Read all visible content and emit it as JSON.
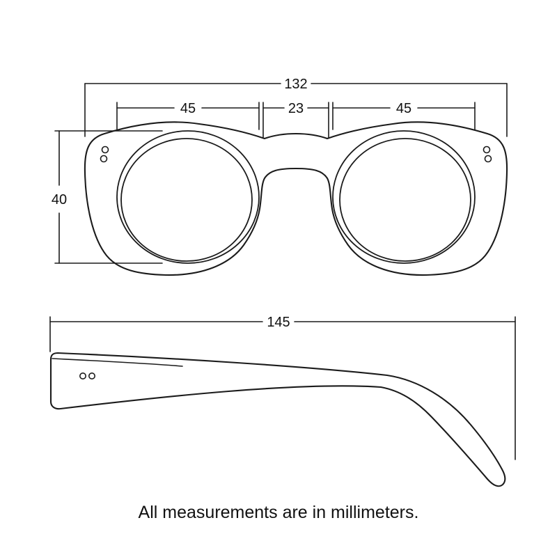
{
  "diagram": {
    "caption": "All measurements are in millimeters.",
    "front_view": {
      "total_width": "132",
      "lens_width_left": "45",
      "bridge_width": "23",
      "lens_width_right": "45",
      "lens_height": "40"
    },
    "side_view": {
      "temple_length": "145"
    }
  }
}
